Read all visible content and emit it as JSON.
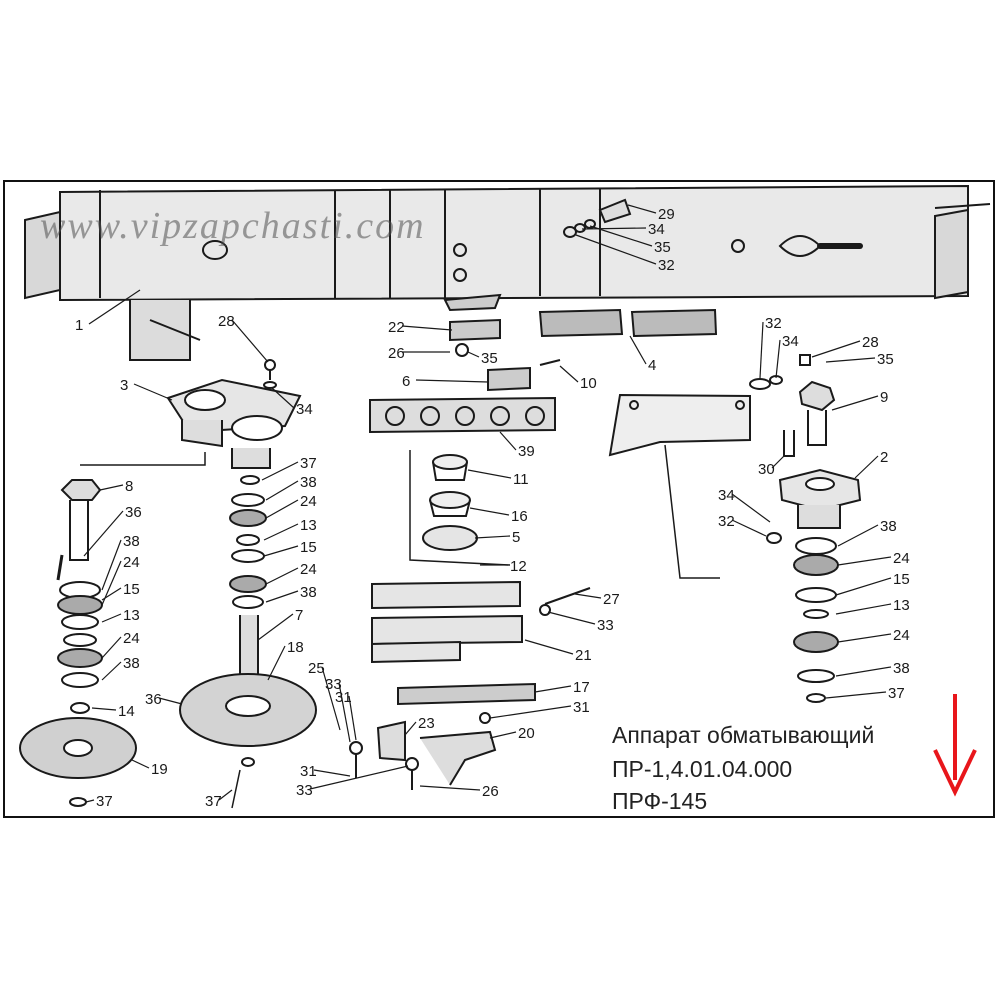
{
  "caption": {
    "line1": "Аппарат обматывающий",
    "line2": "ПР-1,4.01.04.000",
    "line3": "ПРФ-145"
  },
  "watermark": "www.vipzapchasti.com",
  "colors": {
    "ink": "#1a1a1a",
    "arrow": "#e8161b"
  },
  "callouts": [
    {
      "id": "c1",
      "text": "1"
    },
    {
      "id": "c2",
      "text": "2"
    },
    {
      "id": "c3",
      "text": "3"
    },
    {
      "id": "c4",
      "text": "4"
    },
    {
      "id": "c5",
      "text": "5"
    },
    {
      "id": "c6",
      "text": "6"
    },
    {
      "id": "c7",
      "text": "7"
    },
    {
      "id": "c8",
      "text": "8"
    },
    {
      "id": "c9",
      "text": "9"
    },
    {
      "id": "c10",
      "text": "10"
    },
    {
      "id": "c11",
      "text": "11"
    },
    {
      "id": "c12",
      "text": "12"
    },
    {
      "id": "c13a",
      "text": "13"
    },
    {
      "id": "c13b",
      "text": "13"
    },
    {
      "id": "c13c",
      "text": "13"
    },
    {
      "id": "c14",
      "text": "14"
    },
    {
      "id": "c15a",
      "text": "15"
    },
    {
      "id": "c15b",
      "text": "15"
    },
    {
      "id": "c15c",
      "text": "15"
    },
    {
      "id": "c16",
      "text": "16"
    },
    {
      "id": "c17",
      "text": "17"
    },
    {
      "id": "c18",
      "text": "18"
    },
    {
      "id": "c19",
      "text": "19"
    },
    {
      "id": "c20",
      "text": "20"
    },
    {
      "id": "c21",
      "text": "21"
    },
    {
      "id": "c22",
      "text": "22"
    },
    {
      "id": "c23",
      "text": "23"
    },
    {
      "id": "c24a",
      "text": "24"
    },
    {
      "id": "c24b",
      "text": "24"
    },
    {
      "id": "c24c",
      "text": "24"
    },
    {
      "id": "c24d",
      "text": "24"
    },
    {
      "id": "c24e",
      "text": "24"
    },
    {
      "id": "c24f",
      "text": "24"
    },
    {
      "id": "c25",
      "text": "25"
    },
    {
      "id": "c26a",
      "text": "26"
    },
    {
      "id": "c26b",
      "text": "26"
    },
    {
      "id": "c27",
      "text": "27"
    },
    {
      "id": "c28a",
      "text": "28"
    },
    {
      "id": "c28b",
      "text": "28"
    },
    {
      "id": "c29",
      "text": "29"
    },
    {
      "id": "c30",
      "text": "30"
    },
    {
      "id": "c31a",
      "text": "31"
    },
    {
      "id": "c31b",
      "text": "31"
    },
    {
      "id": "c31c",
      "text": "31"
    },
    {
      "id": "c32a",
      "text": "32"
    },
    {
      "id": "c32b",
      "text": "32"
    },
    {
      "id": "c32c",
      "text": "32"
    },
    {
      "id": "c33a",
      "text": "33"
    },
    {
      "id": "c33b",
      "text": "33"
    },
    {
      "id": "c33c",
      "text": "33"
    },
    {
      "id": "c34a",
      "text": "34"
    },
    {
      "id": "c34b",
      "text": "34"
    },
    {
      "id": "c34c",
      "text": "34"
    },
    {
      "id": "c34d",
      "text": "34"
    },
    {
      "id": "c35a",
      "text": "35"
    },
    {
      "id": "c35b",
      "text": "35"
    },
    {
      "id": "c35c",
      "text": "35"
    },
    {
      "id": "c36a",
      "text": "36"
    },
    {
      "id": "c36b",
      "text": "36"
    },
    {
      "id": "c37a",
      "text": "37"
    },
    {
      "id": "c37b",
      "text": "37"
    },
    {
      "id": "c37c",
      "text": "37"
    },
    {
      "id": "c37d",
      "text": "37"
    },
    {
      "id": "c38a",
      "text": "38"
    },
    {
      "id": "c38b",
      "text": "38"
    },
    {
      "id": "c38c",
      "text": "38"
    },
    {
      "id": "c38d",
      "text": "38"
    },
    {
      "id": "c38e",
      "text": "38"
    },
    {
      "id": "c38f",
      "text": "38"
    },
    {
      "id": "c39",
      "text": "39"
    }
  ]
}
